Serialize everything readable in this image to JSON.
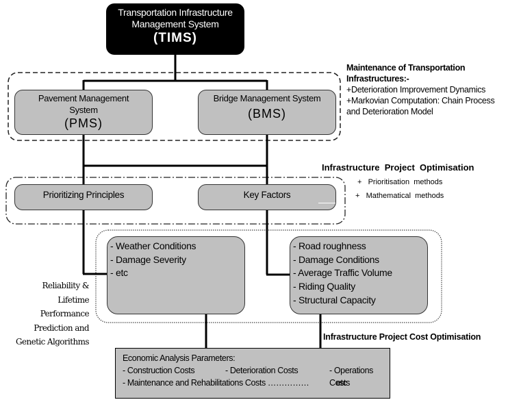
{
  "tims": {
    "title_line1": "Transportation Infrastructure",
    "title_line2": "Management System",
    "abbr": "(TIMS)"
  },
  "pms": {
    "title_line1": "Pavement Management",
    "title_line2": "System",
    "abbr": "(PMS)"
  },
  "bms": {
    "title": "Bridge Management System",
    "abbr": "(BMS)"
  },
  "maintenance_note": {
    "heading_line1": "Maintenance of Transportation",
    "heading_line2": "Infrastructures:-",
    "items": [
      "+Deterioration Improvement Dynamics",
      "+Markovian Computation: Chain Process",
      "and Deterioration Model"
    ]
  },
  "optimisation_note": {
    "heading": "Infrastructure  Project  Optimisation",
    "items": [
      "+   Prioritisation  methods",
      "+   Mathematical  methods"
    ]
  },
  "prioritizing_principles": {
    "label": "Prioritizing Principles"
  },
  "key_factors": {
    "label": "Key Factors"
  },
  "principles_list": {
    "items": [
      "- Weather Conditions",
      "- Damage Severity",
      "- etc"
    ]
  },
  "factors_list": {
    "items": [
      "- Road roughness",
      "- Damage Conditions",
      "- Average Traffic Volume",
      "- Riding Quality",
      "- Structural Capacity"
    ]
  },
  "reliability_note": {
    "lines": [
      "Reliability &",
      "Lifetime",
      "Performance",
      "Prediction and",
      "Genetic Algorithms"
    ]
  },
  "cost_note": {
    "label": "Infrastructure Project Cost Optimisation"
  },
  "economic": {
    "heading": "Economic Analysis Parameters:",
    "construction": "- Construction Costs",
    "deterioration": "- Deterioration Costs",
    "operations": "- Operations Costs",
    "maintenance": "- Maintenance and Rehabilitations Costs ……………",
    "etc": "etc"
  }
}
